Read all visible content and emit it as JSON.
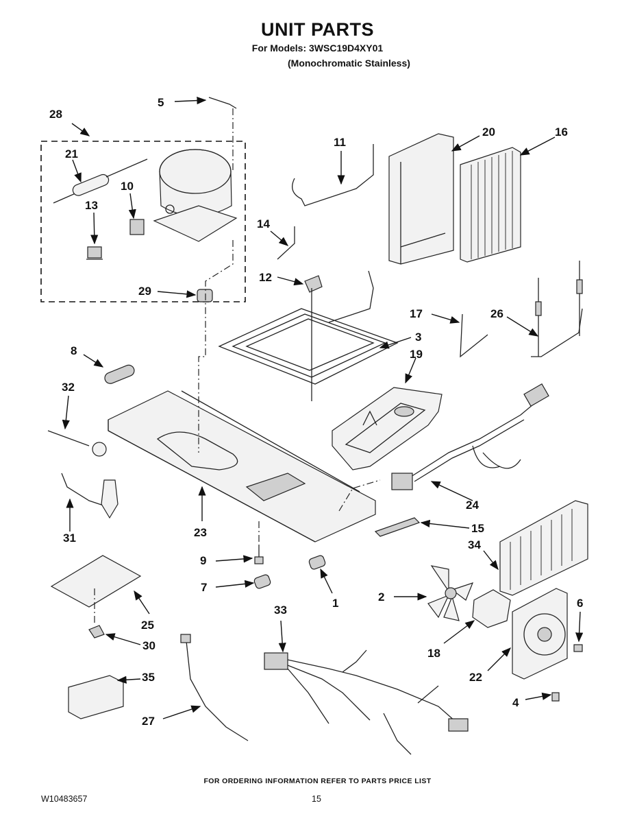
{
  "header": {
    "title": "UNIT PARTS",
    "models_line": "For Models: 3WSC19D4XY01",
    "finish_line": "(Monochromatic Stainless)"
  },
  "callouts": {
    "c1": "1",
    "c2": "2",
    "c3": "3",
    "c4": "4",
    "c5": "5",
    "c6": "6",
    "c7": "7",
    "c8": "8",
    "c9": "9",
    "c10": "10",
    "c11": "11",
    "c12": "12",
    "c13": "13",
    "c14": "14",
    "c15": "15",
    "c16": "16",
    "c17": "17",
    "c18": "18",
    "c19": "19",
    "c20": "20",
    "c21": "21",
    "c22": "22",
    "c23": "23",
    "c24": "24",
    "c25": "25",
    "c26": "26",
    "c27": "27",
    "c28": "28",
    "c29": "29",
    "c30": "30",
    "c31": "31",
    "c32": "32",
    "c33": "33",
    "c34": "34",
    "c35": "35"
  },
  "footer": {
    "ordering_note": "FOR ORDERING INFORMATION REFER TO PARTS PRICE LIST",
    "doc_number": "W10483657",
    "page_number": "15"
  }
}
